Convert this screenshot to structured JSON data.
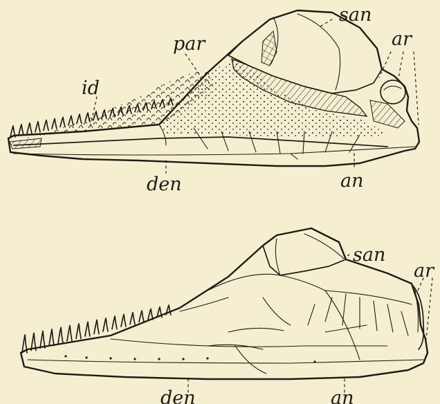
{
  "figures": [
    {
      "labels": {
        "san": "san",
        "par": "par",
        "ar": "ar",
        "id": "id",
        "den": "den",
        "an": "an"
      }
    },
    {
      "labels": {
        "san": "san",
        "ar": "ar",
        "den": "den",
        "an": "an"
      }
    }
  ]
}
